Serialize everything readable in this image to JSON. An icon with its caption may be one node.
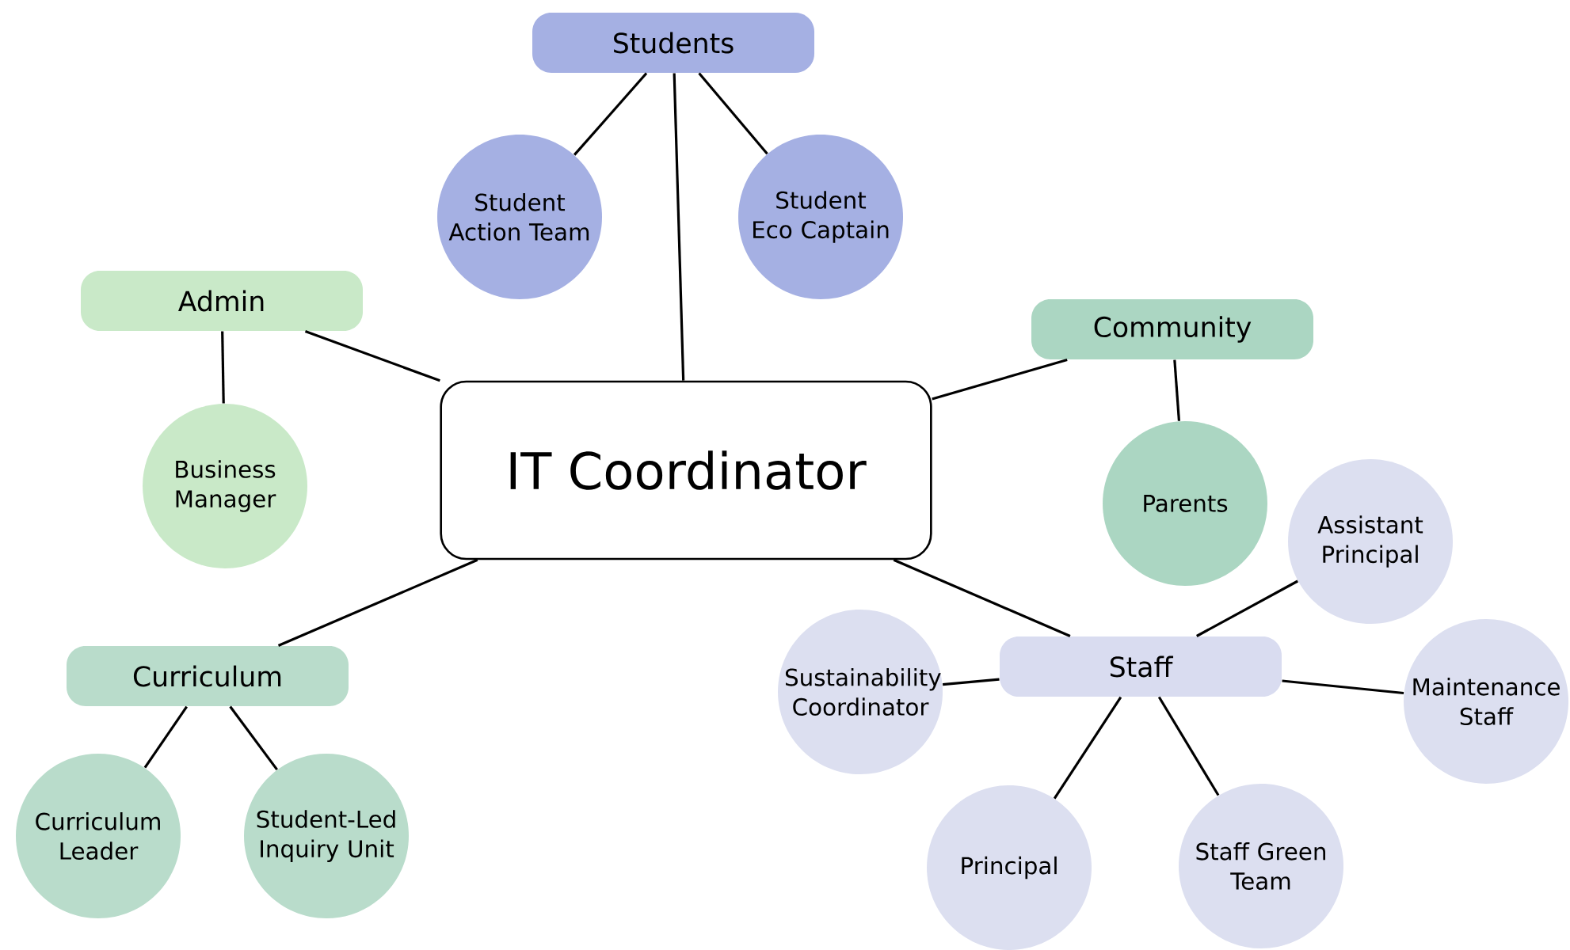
{
  "diagram": {
    "nodes": [
      {
        "text": [
          "Students"
        ]
      },
      {
        "text": [
          "Student Action Team"
        ]
      },
      {
        "text": [
          "Student Eco Captain"
        ]
      },
      {
        "text": [
          "Admin"
        ]
      },
      {
        "text": [
          "Community"
        ]
      },
      {
        "text": [
          "IT Coordinator"
        ]
      },
      {
        "text": [
          "Business Manager"
        ]
      },
      {
        "text": [
          "Parents"
        ]
      },
      {
        "text": [
          "Assistant Principal"
        ]
      },
      {
        "text": [
          "Curriculum"
        ]
      },
      {
        "text": [
          "Sustainability Coordinator"
        ]
      },
      {
        "text": [
          "Staff"
        ]
      },
      {
        "text": [
          "Maintenance Staff"
        ]
      },
      {
        "text": [
          "Curriculum Leader"
        ]
      },
      {
        "text": [
          "Student-Led Inquiry Unit"
        ]
      },
      {
        "text": [
          "Principal"
        ]
      },
      {
        "text": [
          "Staff Green Team"
        ]
      }
    ],
    "edges": [
      {
        "from": 5,
        "to": 0,
        "arrow": "none"
      },
      {
        "from": 0,
        "to": 1,
        "arrow": "none"
      },
      {
        "from": 0,
        "to": 2,
        "arrow": "none"
      },
      {
        "from": 5,
        "to": 3,
        "arrow": "none"
      },
      {
        "from": 3,
        "to": 6,
        "arrow": "none"
      },
      {
        "from": 5,
        "to": 4,
        "arrow": "none"
      },
      {
        "from": 4,
        "to": 7,
        "arrow": "none"
      },
      {
        "from": 5,
        "to": 9,
        "arrow": "none"
      },
      {
        "from": 9,
        "to": 13,
        "arrow": "none"
      },
      {
        "from": 9,
        "to": 14,
        "arrow": "none"
      },
      {
        "from": 5,
        "to": 11,
        "arrow": "none"
      },
      {
        "from": 11,
        "to": 10,
        "arrow": "none"
      },
      {
        "from": 11,
        "to": 8,
        "arrow": "none"
      },
      {
        "from": 11,
        "to": 12,
        "arrow": "none"
      },
      {
        "from": 11,
        "to": 15,
        "arrow": "none"
      },
      {
        "from": 11,
        "to": 16,
        "arrow": "none"
      }
    ]
  }
}
